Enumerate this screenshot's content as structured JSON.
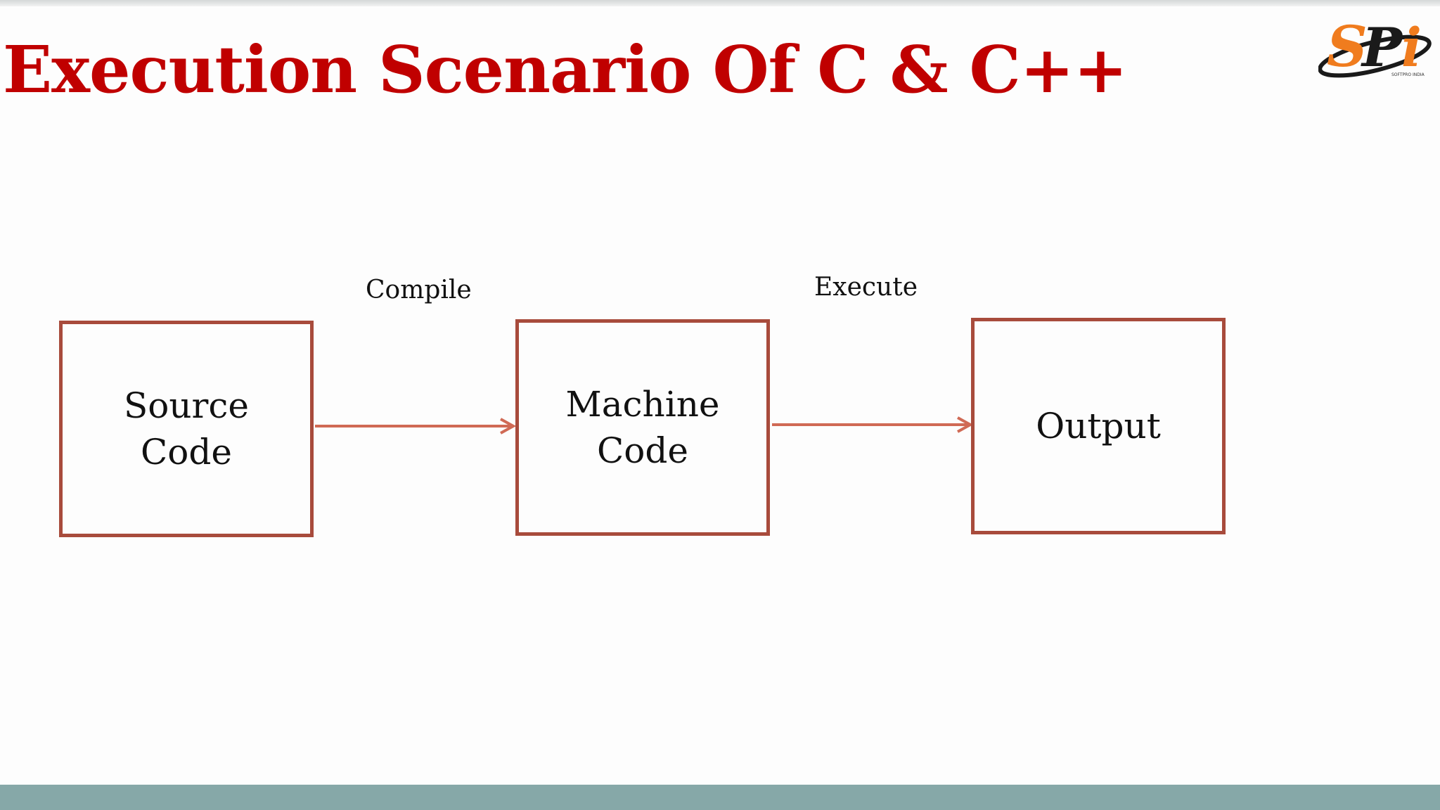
{
  "slide": {
    "title": "Execution Scenario Of C & C++",
    "title_color": "#c00000",
    "accent_color": "#a84b3c",
    "arrow_color": "#d06a55",
    "band_color": "#86a8a8"
  },
  "logo": {
    "text": "SPi",
    "tagline": "SOFTPRO INDIA",
    "colors": {
      "S": "#f07c1e",
      "P": "#1a1a1a",
      "i": "#f07c1e"
    }
  },
  "diagram": {
    "nodes": [
      {
        "id": "source-code",
        "lines": [
          "Source",
          "Code"
        ]
      },
      {
        "id": "machine-code",
        "lines": [
          "Machine",
          "Code"
        ]
      },
      {
        "id": "output",
        "lines": [
          "Output"
        ]
      }
    ],
    "edges": [
      {
        "from": "source-code",
        "to": "machine-code",
        "label": "Compile"
      },
      {
        "from": "machine-code",
        "to": "output",
        "label": "Execute"
      }
    ]
  }
}
